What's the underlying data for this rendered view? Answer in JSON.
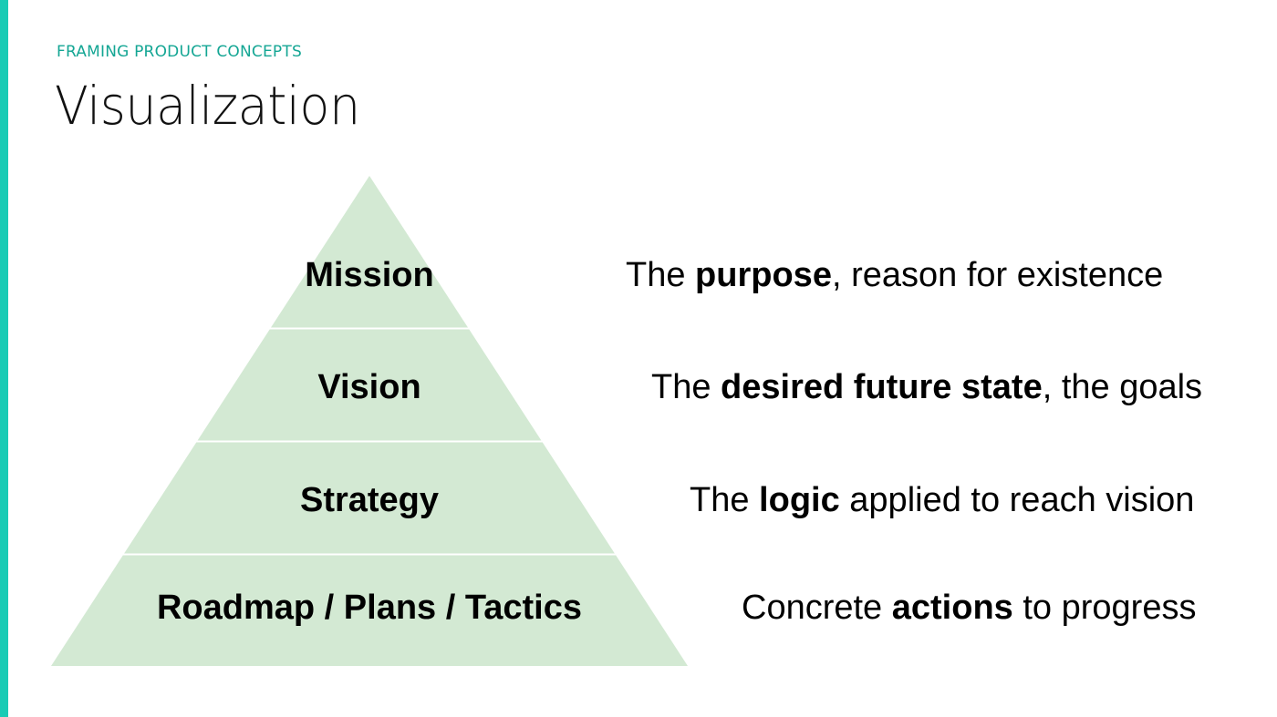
{
  "slide": {
    "eyebrow": "FRAMING PRODUCT CONCEPTS",
    "title": "Visualization"
  },
  "colors": {
    "accent": "#19cbb5",
    "eyebrow_text": "#14a694",
    "pyramid_fill": "#d3e9d3",
    "separator": "#ffffff"
  },
  "pyramid": {
    "tiers": [
      {
        "label": "Mission",
        "description": {
          "pre": "The ",
          "bold": "purpose",
          "post": ", reason for existence"
        }
      },
      {
        "label": "Vision",
        "description": {
          "pre": "The ",
          "bold": "desired future state",
          "post": ", the goals"
        }
      },
      {
        "label": "Strategy",
        "description": {
          "pre": "The ",
          "bold": "logic",
          "post": " applied to reach vision"
        }
      },
      {
        "label": "Roadmap / Plans / Tactics",
        "description": {
          "pre": "Concrete ",
          "bold": "actions",
          "post": " to progress"
        }
      }
    ]
  }
}
